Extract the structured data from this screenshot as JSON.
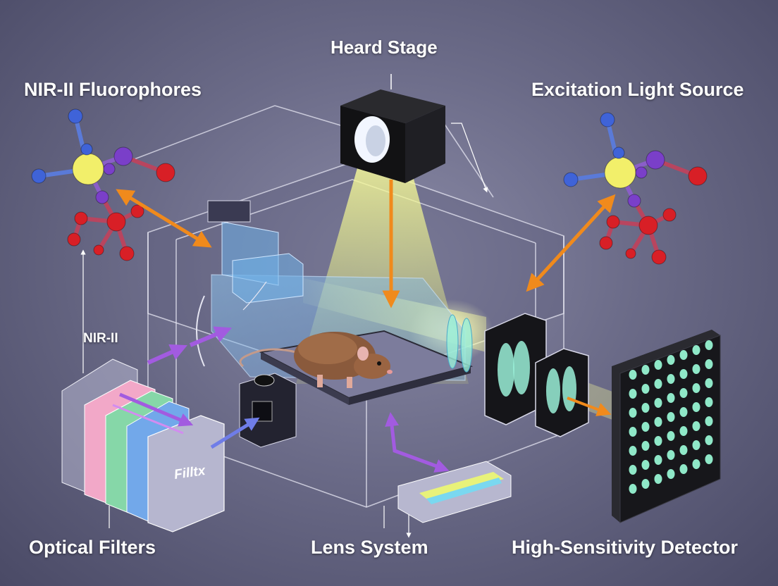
{
  "labels": {
    "top_center": "Heard Stage",
    "top_left": "NIR-II Fluorophores",
    "top_right": "Excitation Light Source",
    "mid_left": "NIR-II",
    "filter_face": "Filltx",
    "bottom_left": "Optical Filters",
    "bottom_center": "Lens System",
    "bottom_right": "High-Sensitivity Detector"
  },
  "colors": {
    "background": "#6b6b88",
    "arrow_orange": "#f08a1c",
    "arrow_purple": "#a25be0",
    "beam": "#e8f27a",
    "atom_blue": "#3f63d8",
    "atom_red": "#d81f26",
    "atom_purple": "#7a3fc9",
    "atom_yellow": "#f2ef6a",
    "detector_dot": "#8fe8c8"
  }
}
